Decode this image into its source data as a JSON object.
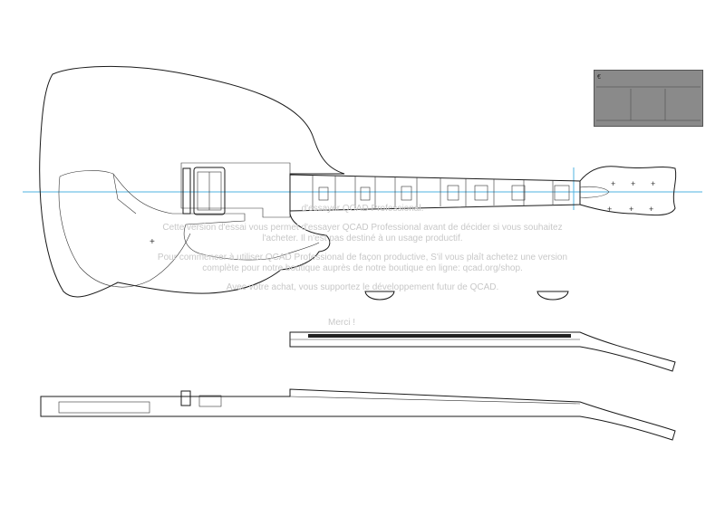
{
  "drawing": {
    "overlay_lines": [
      "d'essayer QCAD Professional.",
      "Cette version d'essai vous permet d'essayer QCAD Professional avant de décider si vous souhaitez l'acheter. Il n'est pas destiné à un usage productif.",
      "Pour commencer à utiliser QCAD Professional de façon productive, S'il vous plaît achetez une version complète pour notre boutique auprès de notre boutique en ligne: qcad.org/shop.",
      "Avec votre achat, vous supportez le développement futur de QCAD.",
      "Merci !"
    ]
  },
  "colors": {
    "line": "#1a1a1a",
    "guide": "#4fb3e0",
    "watermark": "#c8c8c8",
    "title_block": "#8a8a8a"
  }
}
